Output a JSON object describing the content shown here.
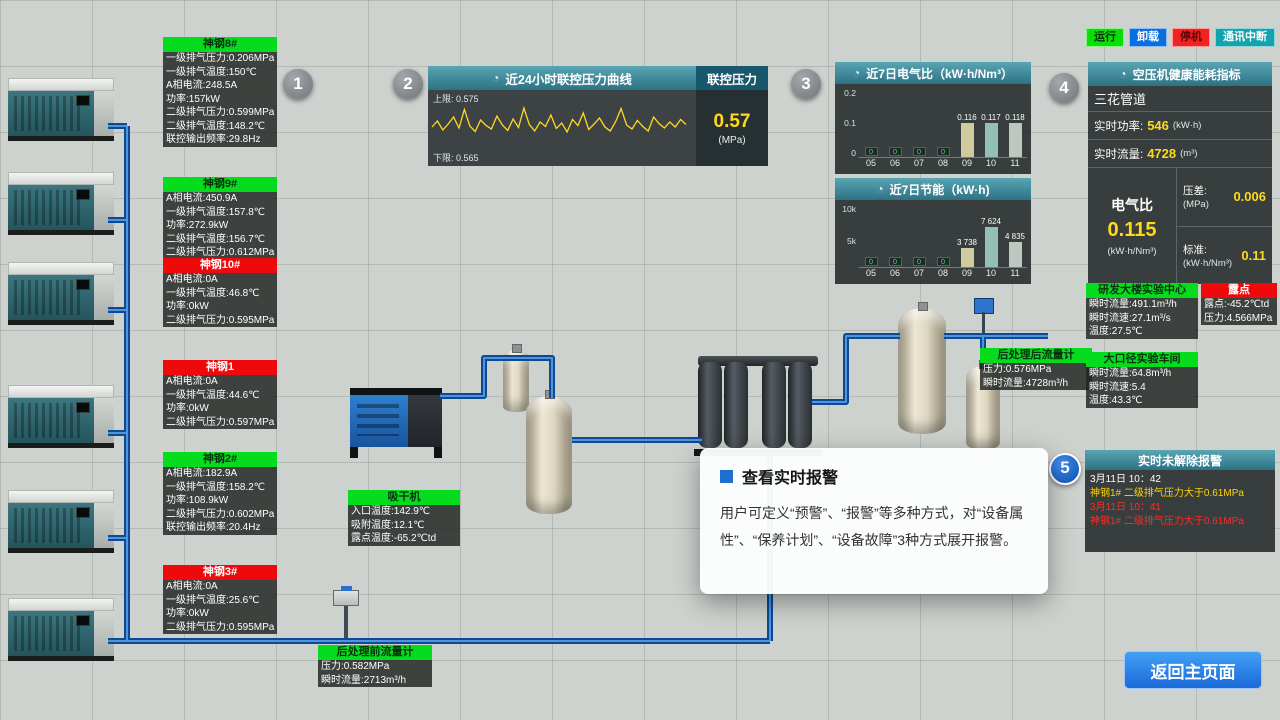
{
  "icons": {
    "clock": "◔"
  },
  "palette": [
    "#cfcb9e",
    "#93c0b6",
    "#bcc7bf"
  ],
  "status_legend": [
    {
      "label": "运行",
      "bg": "#06e006",
      "fg": "#073007"
    },
    {
      "label": "卸载",
      "bg": "#0a6ee0",
      "fg": "#ffffff"
    },
    {
      "label": "停机",
      "bg": "#f32222",
      "fg": "#5c0606"
    },
    {
      "label": "通讯中断",
      "bg": "#12a3ae",
      "fg": "#ffffff"
    }
  ],
  "markers": {
    "items": [
      "1",
      "2",
      "3",
      "4",
      "5"
    ]
  },
  "compressors": [
    {
      "name": "神钢8#",
      "status": "running",
      "lines": [
        "一级排气压力:0.206MPa",
        "一级排气温度:150℃",
        "A相电流:248.5A",
        "功率:157kW",
        "二级排气压力:0.599MPa",
        "二级排气温度:148.2℃",
        "联控输出频率:29.8Hz"
      ]
    },
    {
      "name": "神钢9#",
      "status": "running",
      "lines": [
        "A相电流:450.9A",
        "一级排气温度:157.8℃",
        "功率:272.9kW",
        "二级排气温度:156.7℃",
        "二级排气压力:0.612MPa"
      ]
    },
    {
      "name": "神钢10#",
      "status": "stopped",
      "lines": [
        "A相电流:0A",
        "一级排气温度:46.8℃",
        "功率:0kW",
        "二级排气压力:0.595MPa"
      ]
    },
    {
      "name": "神钢1",
      "status": "stopped",
      "lines": [
        "A相电流:0A",
        "一级排气温度:44.6℃",
        "功率:0kW",
        "二级排气压力:0.597MPa"
      ]
    },
    {
      "name": "神钢2#",
      "status": "running",
      "lines": [
        "A相电流:182.9A",
        "一级排气温度:158.2℃",
        "功率:108.9kW",
        "二级排气压力:0.602MPa",
        "联控输出频率:20.4Hz"
      ]
    },
    {
      "name": "神钢3#",
      "status": "stopped",
      "lines": [
        "A相电流:0A",
        "一级排气温度:25.6℃",
        "功率:0kW",
        "二级排气压力:0.595MPa"
      ]
    }
  ],
  "chart_data": [
    {
      "type": "line",
      "title": "近24小时联控压力曲线",
      "right_title": "联控压力",
      "current_value": "0.57",
      "unit": "(MPa)",
      "upper_label": "上限: 0.575",
      "lower_label": "下限: 0.565",
      "ylim": [
        0.565,
        0.575
      ],
      "values": [
        0.57,
        0.5712,
        0.5694,
        0.5706,
        0.572,
        0.5698,
        0.5735,
        0.5702,
        0.5691,
        0.5714,
        0.5703,
        0.5696,
        0.5722,
        0.5704,
        0.5693,
        0.5716,
        0.5699,
        0.5738,
        0.5705,
        0.5692,
        0.571,
        0.5701,
        0.5724,
        0.5697,
        0.5708,
        0.569,
        0.5715,
        0.5703,
        0.5728,
        0.5695,
        0.5706,
        0.5718,
        0.57,
        0.5692,
        0.5711,
        0.5737,
        0.5704,
        0.5696,
        0.5713,
        0.5701,
        0.5692,
        0.572,
        0.5707,
        0.5698,
        0.571,
        0.57,
        0.5715,
        0.5705
      ]
    },
    {
      "type": "bar",
      "title": "近7日电气比（kW·h/Nm³）",
      "categories": [
        "05",
        "06",
        "07",
        "08",
        "09",
        "10",
        "11"
      ],
      "values": [
        0,
        0,
        0,
        0,
        0.116,
        0.117,
        0.118
      ],
      "labels": [
        "0",
        "0",
        "0",
        "0",
        "0.116",
        "0.117",
        "0.118"
      ],
      "ylim": [
        0,
        0.2
      ],
      "yticks": [
        "0.2",
        "0.1",
        "0"
      ]
    },
    {
      "type": "bar",
      "title": "近7日节能（kW·h)",
      "categories": [
        "05",
        "06",
        "07",
        "08",
        "09",
        "10",
        "11"
      ],
      "values": [
        0,
        0,
        0,
        0,
        3738,
        7624,
        4835
      ],
      "labels": [
        "0",
        "0",
        "0",
        "0",
        "3 738",
        "7 624",
        "4 835"
      ],
      "ylim": [
        0,
        10000
      ],
      "yticks": [
        "10k",
        "5k"
      ]
    }
  ],
  "health_panel": {
    "title": "空压机健康能耗指标",
    "pipeline": "三花管道",
    "power_label": "实时功率:",
    "power_value": "546",
    "power_unit": "(kW·h)",
    "flow_label": "实时流量:",
    "flow_value": "4728",
    "flow_unit": "(m³)",
    "ratio_label": "电气比",
    "ratio_value": "0.115",
    "ratio_unit": "(kW·h/Nm³)",
    "diff_label": "压差:",
    "diff_value": "0.006",
    "diff_unit": "(MPa)",
    "std_label": "标准:",
    "std_value": "0.11",
    "std_unit": "(kW·h/Nm³)"
  },
  "field_panels": {
    "post_after": {
      "title": "后处理后流量计",
      "header": "green",
      "lines": [
        "压力:0.576MPa",
        "瞬时流量:4728m³/h"
      ]
    },
    "rd_center": {
      "title": "研发大楼实验中心",
      "header": "green",
      "lines": [
        "瞬时流量:491.1m³/h",
        "瞬时流速:27.1m³/s",
        "温度:27.5℃"
      ]
    },
    "dew_point": {
      "title": "露点",
      "header": "red",
      "lines": [
        "露点:-45.2℃td",
        "压力:4.566MPa"
      ]
    },
    "large_pipe": {
      "title": "大口径实验车间",
      "header": "green",
      "lines": [
        "瞬时流量:64.8m³/h",
        "瞬时流速:5.4",
        "温度:43.3℃"
      ]
    },
    "dryer": {
      "title": "吸干机",
      "header": "green",
      "lines": [
        "入口温度:142.9℃",
        "吸附温度:12.1℃",
        "露点温度:-65.2℃td"
      ]
    },
    "post_before": {
      "title": "后处理前流量计",
      "header": "green",
      "lines": [
        "压力:0.582MPa",
        "瞬时流量:2713m³/h"
      ]
    }
  },
  "alarm_panel": {
    "title": "实时未解除报警",
    "entries": [
      {
        "text": "3月11日 10：42",
        "color": "#ffffff"
      },
      {
        "text": "神钢1# 二级排气压力大于0.61MPa",
        "color": "#ffd400"
      },
      {
        "text": "3月11日 10：41",
        "color": "#ff2a2a"
      },
      {
        "text": "神钢1# 二级排气压力大于0.61MPa",
        "color": "#ff2a2a"
      }
    ]
  },
  "popup": {
    "title": "查看实时报警",
    "body": "用户可定义“预警”、“报警”等多种方式，对“设备属性”、“保养计划”、“设备故障”3种方式展开报警。"
  },
  "return_button": "返回主页面"
}
